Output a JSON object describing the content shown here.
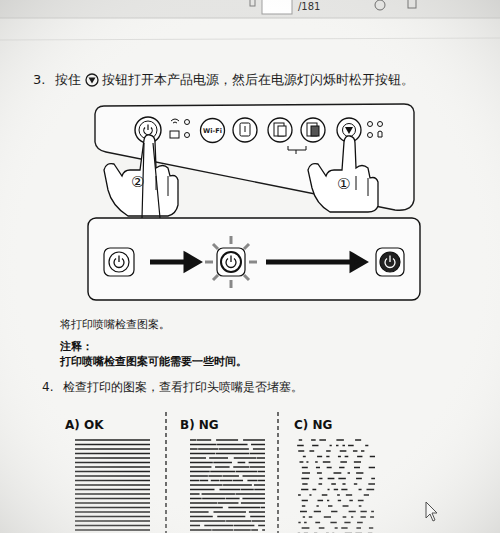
{
  "diagram": {
    "nodes": [
      {
        "text": [
          "Wi-Fi"
        ]
      }
    ],
    "labels": [
      "/181",
      "3.",
      "按住",
      "按钮打开本产品电源，然后在电源灯闪烁时松开按钮。",
      "②",
      "①",
      "将打印喷嘴检查图案。",
      "注释：",
      "打印喷嘴检查图案可能需要一些时间。",
      "4.",
      "检查打印的图案，查看打印头喷嘴是否堵塞。",
      "A) OK",
      "B) NG",
      "C) NG"
    ]
  }
}
